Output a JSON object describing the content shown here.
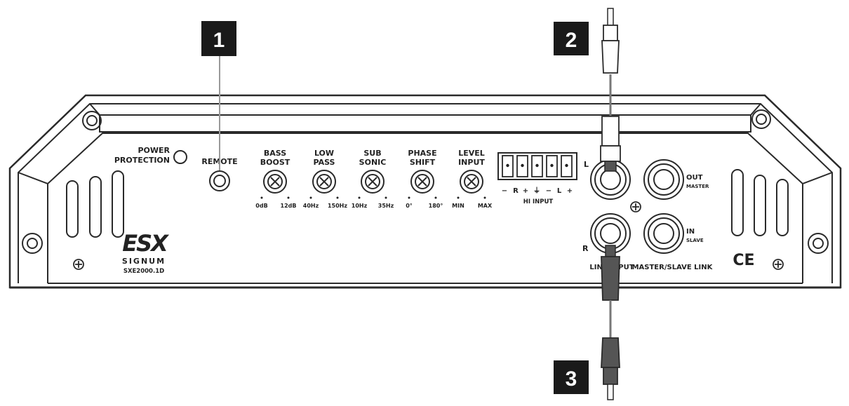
{
  "callouts": [
    "1",
    "2",
    "3"
  ],
  "labels": {
    "power": "POWER",
    "protection": "PROTECTION",
    "remote": "REMOTE",
    "hi_input": "HI INPUT",
    "terminal_signs": [
      "−",
      "R",
      "+",
      "⏚",
      "−",
      "L",
      "+"
    ],
    "line_l": "L",
    "line_r": "R",
    "line_input": "LINE INPUT",
    "out": "OUT",
    "master": "MASTER",
    "in": "IN",
    "slave": "SLAVE",
    "ms_link": "MASTER/SLAVE LINK",
    "brand_logo": "ESX",
    "brand_sub": "SIGNUM",
    "model": "SXE2000.1D",
    "ce": "CE"
  },
  "knobs": [
    {
      "l1": "BASS",
      "l2": "BOOST",
      "min": "0dB",
      "max": "12dB"
    },
    {
      "l1": "LOW",
      "l2": "PASS",
      "min": "40Hz",
      "max": "150Hz"
    },
    {
      "l1": "SUB",
      "l2": "SONIC",
      "min": "10Hz",
      "max": "35Hz"
    },
    {
      "l1": "PHASE",
      "l2": "SHIFT",
      "min": "0°",
      "max": "180°"
    },
    {
      "l1": "LEVEL",
      "l2": "INPUT",
      "min": "MIN",
      "max": "MAX"
    }
  ],
  "colors": {
    "callout_bg": "#1a1a1a",
    "line": "#2a2a2a",
    "cable": "#555555"
  }
}
